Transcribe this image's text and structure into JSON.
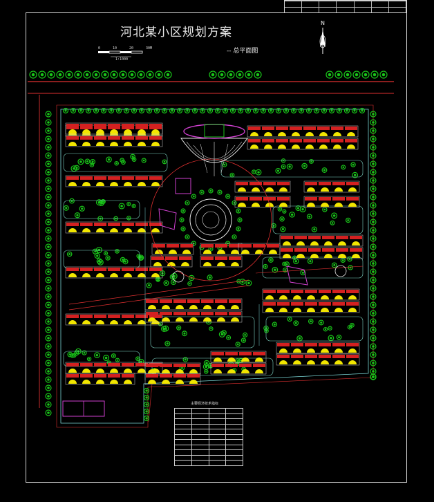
{
  "drawing": {
    "title": "河北某小区规划方案",
    "subtitle": "-- 总平面图",
    "north_label": "N",
    "scale_labels": [
      "0",
      "10",
      "20",
      "30M"
    ],
    "scale_ratio": "1:1000"
  },
  "title_block": {
    "cells": [
      "",
      "",
      "",
      "",
      "",
      "",
      "",
      "",
      "",
      "",
      "",
      "",
      "",
      ""
    ]
  },
  "economic_table": {
    "title": "主要经济技术指标",
    "headers": [
      "",
      "",
      "",
      ""
    ],
    "rows": [
      [
        "",
        "",
        "",
        ""
      ],
      [
        "",
        "",
        "",
        ""
      ],
      [
        "",
        "",
        "",
        ""
      ],
      [
        "",
        "",
        "",
        ""
      ],
      [
        "",
        "",
        "",
        ""
      ],
      [
        "",
        "",
        "",
        ""
      ],
      [
        "",
        "",
        "",
        ""
      ],
      [
        "",
        "",
        "",
        ""
      ],
      [
        "",
        "",
        "",
        ""
      ],
      [
        "",
        "",
        "",
        ""
      ]
    ]
  },
  "colors": {
    "background": "#000000",
    "road_red": "#e03030",
    "building_red": "#d42020",
    "building_yellow": "#f2e600",
    "tree_green": "#19c419",
    "lawn_outline": "#7fd6c6",
    "plaza_white": "#e8e8e8",
    "magenta_feature": "#d040d0",
    "boundary_cyan": "#7ad4d4"
  },
  "icons": [
    "north-arrow-icon",
    "scale-bar-icon"
  ]
}
